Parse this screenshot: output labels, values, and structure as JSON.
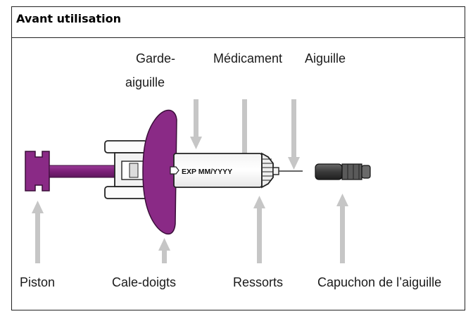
{
  "header": {
    "title": "Avant utilisation"
  },
  "labels": {
    "garde_line1": "Garde-",
    "garde_line2": "aiguille",
    "medicament": "Médicament",
    "aiguille": "Aiguille",
    "piston": "Piston",
    "cale_doigts": "Cale-doigts",
    "ressorts": "Ressorts",
    "capuchon": "Capuchon de l’aiguille"
  },
  "barrel_text": "EXP MM/YYYY",
  "colors": {
    "accent_purple": "#8a2a86",
    "arrow_gray": "#c6c6c6",
    "outline": "#222222"
  }
}
